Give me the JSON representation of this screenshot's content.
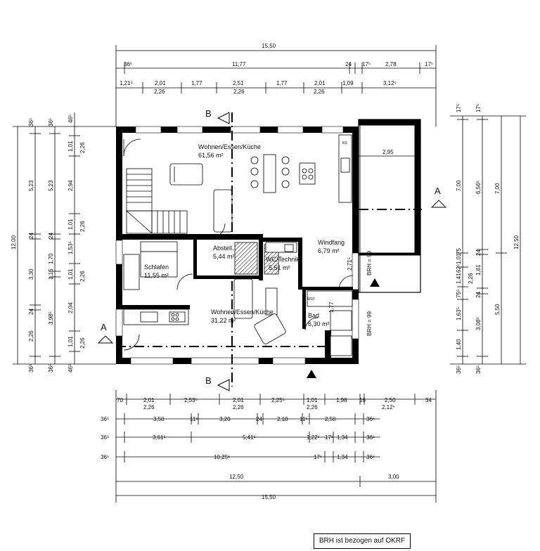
{
  "rooms": [
    {
      "id": "wohnen-og",
      "name": "Wohnen/Essen/Küche",
      "area": "61,56 m²"
    },
    {
      "id": "schlafen",
      "name": "Schlafen",
      "area": "11,55 m²"
    },
    {
      "id": "abstell",
      "name": "Abstell.",
      "area": "5,44 m²"
    },
    {
      "id": "wc-technik",
      "name": "WC/Technik",
      "area": "5,51 m²"
    },
    {
      "id": "windfang",
      "name": "Windfang",
      "area": "6,79 m²"
    },
    {
      "id": "wohnen-ug",
      "name": "Wohnen/Essen/Küche",
      "area": "31,22 m²"
    },
    {
      "id": "bad",
      "name": "Bad",
      "area": "6,30 m²"
    }
  ],
  "sections": {
    "a": "A",
    "b": "B"
  },
  "labels": {
    "brh_1": "BRH = 99",
    "brh_2": "BRH = 99",
    "carport_width": "2,95",
    "kitchen_small": "KS",
    "wst": "WST"
  },
  "dims_top": {
    "overall": "15,50",
    "r2": [
      "36⁵",
      "11,77",
      "24",
      "17⁵",
      "2,78",
      "17⁵"
    ],
    "r3": [
      "1,21⁵",
      "2,01",
      "1,77",
      "2,51",
      "1,77",
      "2,01",
      "1,09",
      "3,12⁵"
    ],
    "r3b": [
      "2,26",
      "2,26",
      "2,26"
    ]
  },
  "dims_bottom": {
    "r1": [
      "70",
      "2,01",
      "2,53⁵",
      "2,01",
      "2,25⁵",
      "1,01",
      "1,98",
      "16",
      "2,50",
      "34"
    ],
    "r1b": [
      "2,26",
      "2,26",
      "2,26",
      "2,12⁵"
    ],
    "r2": [
      "36⁵",
      "3,50",
      "11⁵",
      "3,20",
      "24",
      "2,10",
      "11⁵",
      "2,50",
      "36⁵"
    ],
    "r3": [
      "36⁵",
      "3,61⁵",
      "5,41⁵",
      "1,22⁵",
      "17⁵",
      "1,34",
      "36⁵"
    ],
    "r4": [
      "36⁵",
      "10,25⁵",
      "17⁵",
      "1,34",
      "36⁵"
    ],
    "r5": [
      "12,50",
      "3,00"
    ],
    "overall": "15,50"
  },
  "dims_left": {
    "overall": "12,00",
    "r2": [
      "36⁵",
      "5,23",
      "24",
      "3,30",
      "24",
      "2,26",
      "36⁵"
    ],
    "r3": [
      "36⁵",
      "5,23",
      "24",
      "1,70",
      "1,15",
      "3,98⁵",
      "36⁵"
    ],
    "r4": [
      "46⁵",
      "1,01",
      "2,94",
      "1,01",
      "1,53⁵",
      "1,01",
      "2,04",
      "1,01",
      "46⁵"
    ],
    "r4b": [
      "2,26",
      "2,26",
      "2,26",
      "2,26"
    ]
  },
  "dims_right": {
    "overall": "12,50",
    "r2": [
      "7,00",
      "5,50"
    ],
    "r3": [
      "17⁵",
      "6,56⁵",
      "24",
      "1,81",
      "24",
      "3,08⁵",
      "36⁵"
    ],
    "r4": [
      "17⁵",
      "7,00",
      "75",
      "1,01",
      "62⁵",
      "1,41",
      "75⁵",
      "1,63⁵",
      "1,40",
      "36⁵"
    ],
    "r4b": [
      "2,26"
    ]
  },
  "dim_misc": {
    "stair_h": "2,71⁵",
    "bad_h": "1,77"
  },
  "footnote": "BRH ist bezogen auf OKRF"
}
